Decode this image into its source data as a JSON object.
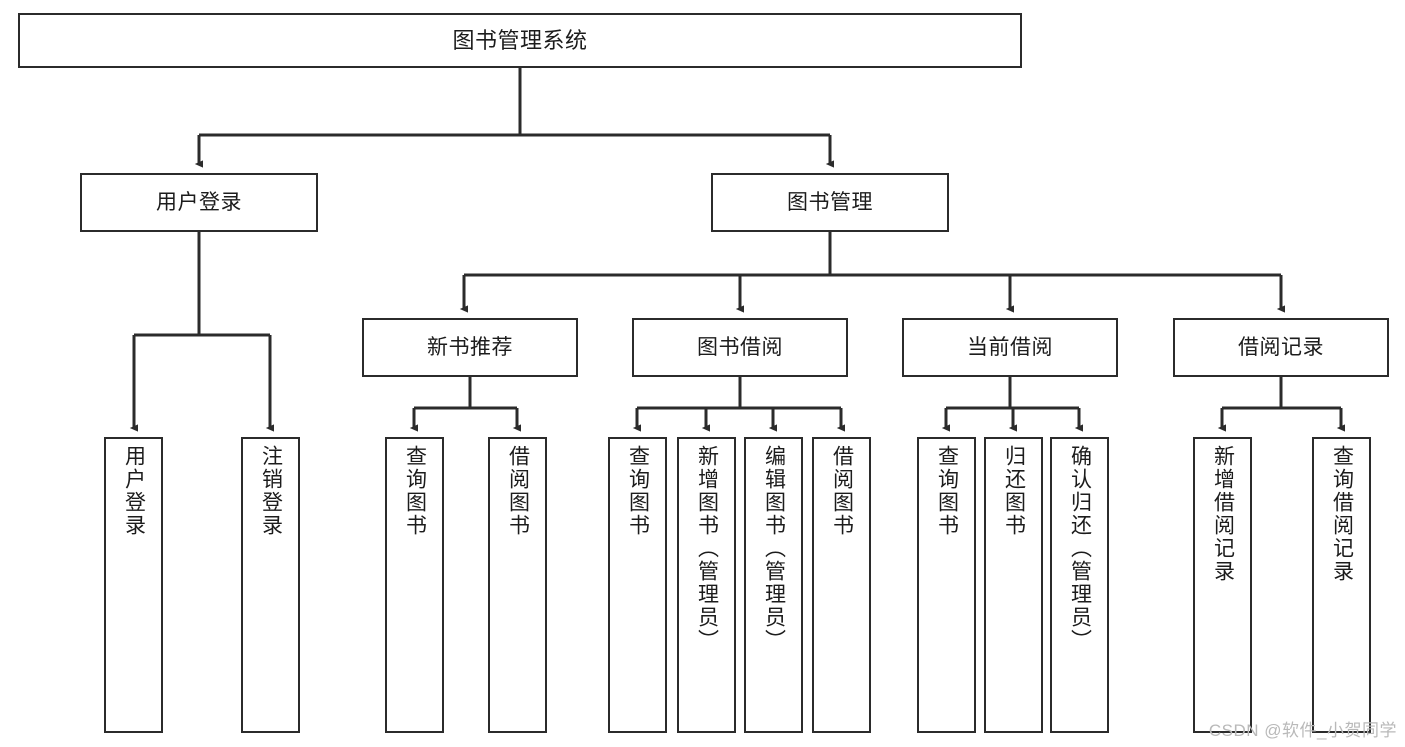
{
  "diagram": {
    "title": "图书管理系统",
    "type": "tree-hierarchy",
    "watermark": "CSDN @软件_小贺同学",
    "colors": {
      "border": "#2b2b2b",
      "background": "#ffffff",
      "text": "#1c1c1c",
      "connector": "#2b2b2b",
      "watermark": "#b9b9b9"
    }
  },
  "nodes": {
    "root": {
      "label": "图书管理系统"
    },
    "level2": [
      {
        "label": "用户登录"
      },
      {
        "label": "图书管理"
      }
    ],
    "level3": [
      {
        "label": "新书推荐"
      },
      {
        "label": "图书借阅"
      },
      {
        "label": "当前借阅"
      },
      {
        "label": "借阅记录"
      }
    ],
    "leaves": {
      "user_login": [
        {
          "label": "用户登录"
        },
        {
          "label": "注销登录"
        }
      ],
      "new_book_recommend": [
        {
          "label": "查询图书"
        },
        {
          "label": "借阅图书"
        }
      ],
      "book_borrow": [
        {
          "label": "查询图书"
        },
        {
          "label": "新增图书（管理员）"
        },
        {
          "label": "编辑图书（管理员）"
        },
        {
          "label": "借阅图书"
        }
      ],
      "current_borrow": [
        {
          "label": "查询图书"
        },
        {
          "label": "归还图书"
        },
        {
          "label": "确认归还（管理员）"
        }
      ],
      "borrow_record": [
        {
          "label": "新增借阅记录"
        },
        {
          "label": "查询借阅记录"
        }
      ]
    }
  }
}
